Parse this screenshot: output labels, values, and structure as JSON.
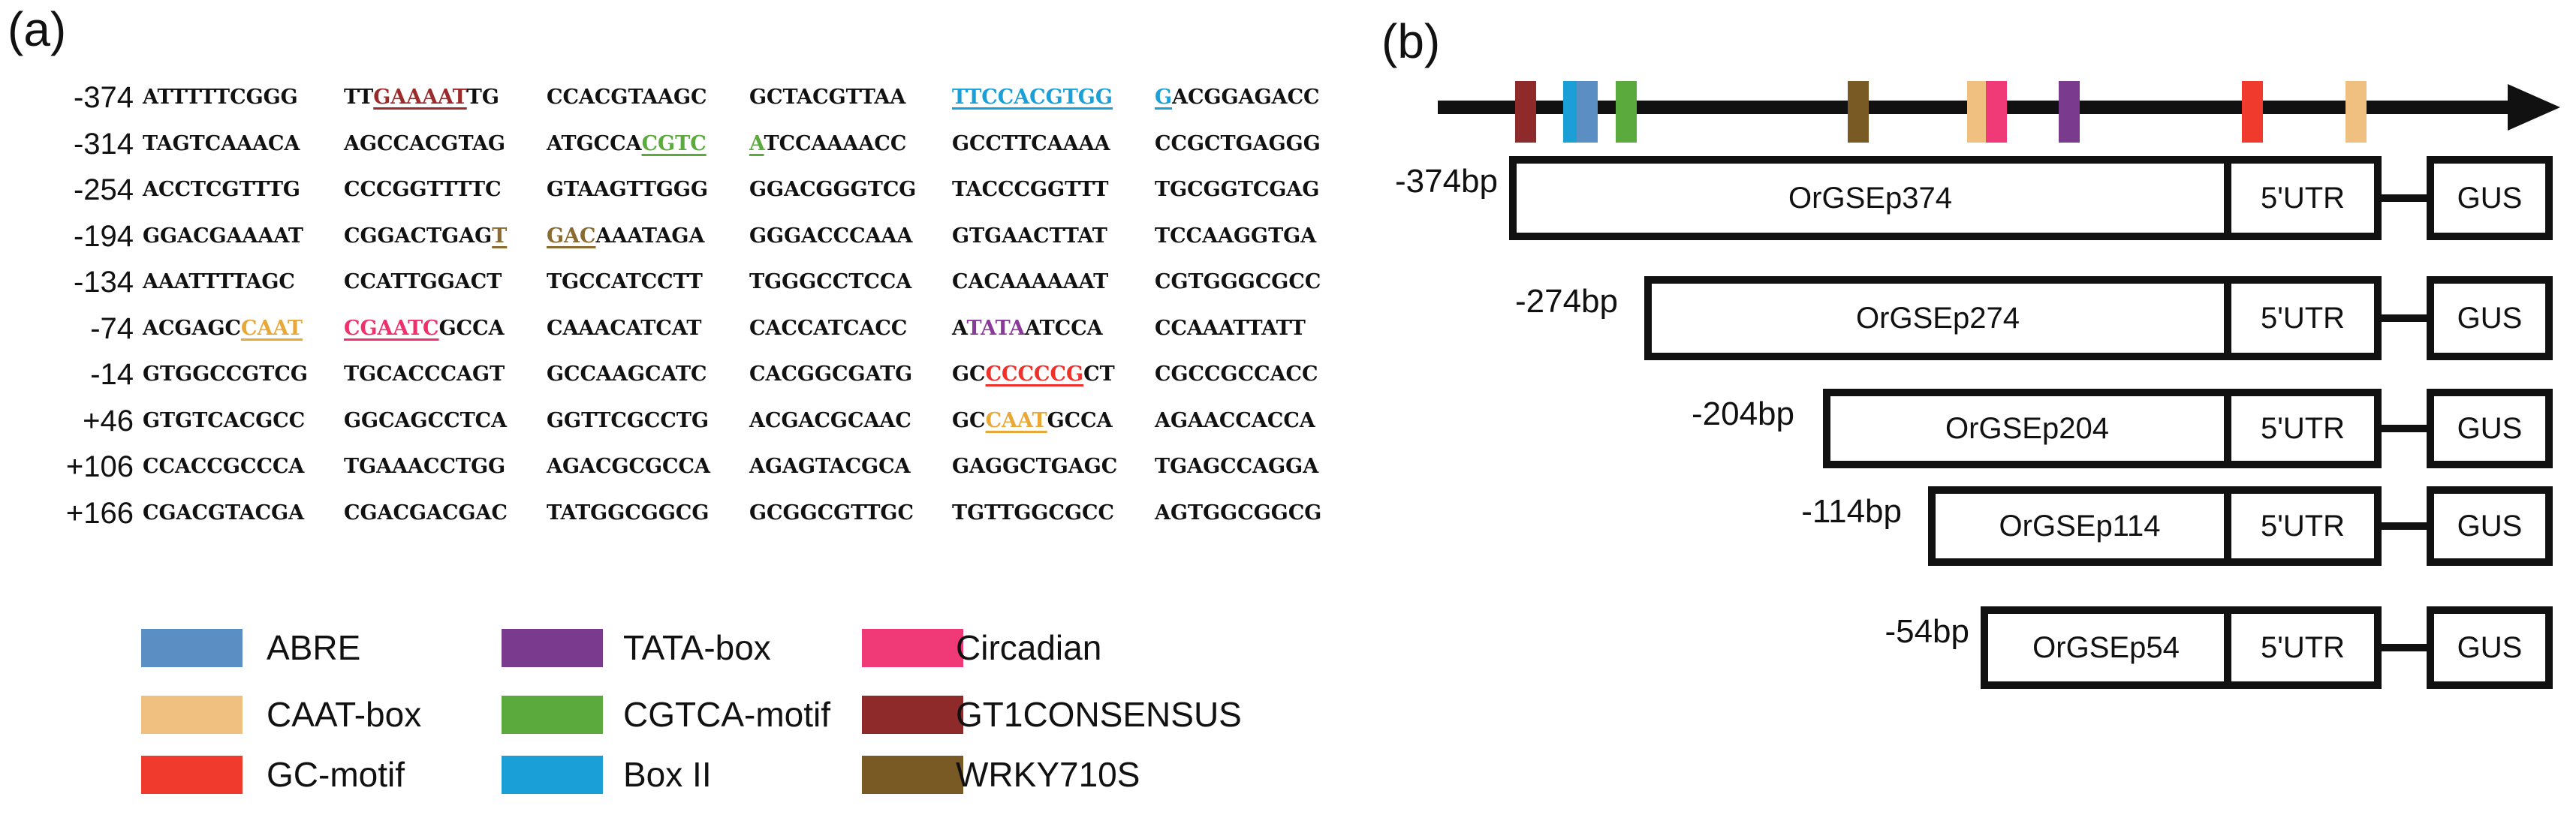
{
  "panel_a": {
    "label": "(a)",
    "rows": [
      {
        "pos": "-374",
        "blocks": [
          [
            {
              "t": "ATTTTTCGGG"
            }
          ],
          [
            {
              "t": "TT"
            },
            {
              "t": "GAAAAT",
              "c": "#9b2b2b",
              "u": true
            },
            {
              "t": "TG"
            }
          ],
          [
            {
              "t": "CCACGTAAGC"
            }
          ],
          [
            {
              "t": "GCTACGTTAA"
            }
          ],
          [
            {
              "t": "TTCCACGTGG",
              "c": "#1aa0d6",
              "u": true
            }
          ],
          [
            {
              "t": "G",
              "c": "#1aa0d6",
              "u": true
            },
            {
              "t": "ACGGAGACC"
            }
          ]
        ]
      },
      {
        "pos": "-314",
        "blocks": [
          [
            {
              "t": "TAGTCAAACA"
            }
          ],
          [
            {
              "t": "AGCCACGTAG"
            }
          ],
          [
            {
              "t": "ATGCCA"
            },
            {
              "t": "CGTC",
              "c": "#5aaa3e",
              "u": true
            }
          ],
          [
            {
              "t": "A",
              "c": "#5aaa3e",
              "u": true
            },
            {
              "t": "TCCAAAACC"
            }
          ],
          [
            {
              "t": "GCCTTCAAAA"
            }
          ],
          [
            {
              "t": "CCGCTGAGGG"
            }
          ]
        ]
      },
      {
        "pos": "-254",
        "blocks": [
          [
            {
              "t": "ACCTCGTTTG"
            }
          ],
          [
            {
              "t": "CCCGGTTTTC"
            }
          ],
          [
            {
              "t": "GTAAGTTGGG"
            }
          ],
          [
            {
              "t": "GGACGGGTCG"
            }
          ],
          [
            {
              "t": "TACCCGGTTT"
            }
          ],
          [
            {
              "t": "TGCGGTCGAG"
            }
          ]
        ]
      },
      {
        "pos": "-194",
        "blocks": [
          [
            {
              "t": "GGACGAAAAT"
            }
          ],
          [
            {
              "t": "CGGACTGAG"
            },
            {
              "t": "T",
              "c": "#8a6a30",
              "u": true
            }
          ],
          [
            {
              "t": "GAC",
              "c": "#8a6a30",
              "u": true
            },
            {
              "t": "AAATAGA"
            }
          ],
          [
            {
              "t": "GGGACCCAAA"
            }
          ],
          [
            {
              "t": "GTGAACTTAT"
            }
          ],
          [
            {
              "t": "TCCAAGGTGA"
            }
          ]
        ]
      },
      {
        "pos": "-134",
        "blocks": [
          [
            {
              "t": "AAATTTTAGC"
            }
          ],
          [
            {
              "t": "CCATTGGACT"
            }
          ],
          [
            {
              "t": "TGCCATCCTT"
            }
          ],
          [
            {
              "t": "TGGGCCTCCA"
            }
          ],
          [
            {
              "t": "CACAAAAAAT"
            }
          ],
          [
            {
              "t": "CGTGGGCGCC"
            }
          ]
        ]
      },
      {
        "pos": "-74",
        "blocks": [
          [
            {
              "t": "ACGAGC"
            },
            {
              "t": "CAAT",
              "c": "#e8a838",
              "u": true
            }
          ],
          [
            {
              "t": "CGAATC",
              "c": "#f0306a",
              "u": true
            },
            {
              "t": "GCCA"
            }
          ],
          [
            {
              "t": "CAAACATCAT"
            }
          ],
          [
            {
              "t": "CACCATCACC"
            }
          ],
          [
            {
              "t": "A"
            },
            {
              "t": "TATA",
              "c": "#8a3a9a"
            },
            {
              "t": "ATCCA"
            }
          ],
          [
            {
              "t": "CCAAATTATT"
            }
          ]
        ]
      },
      {
        "pos": "-14",
        "blocks": [
          [
            {
              "t": "GTGGCCGTCG"
            }
          ],
          [
            {
              "t": "TGCACCCAGT"
            }
          ],
          [
            {
              "t": "GCCAAGCATC"
            }
          ],
          [
            {
              "t": "CACGGCGATG"
            }
          ],
          [
            {
              "t": "GC"
            },
            {
              "t": "CCCCCG",
              "c": "#f0302a",
              "u": true
            },
            {
              "t": "CT"
            }
          ],
          [
            {
              "t": "CGCCGCCACC"
            }
          ]
        ]
      },
      {
        "pos": "+46",
        "blocks": [
          [
            {
              "t": "GTGTCACGCC"
            }
          ],
          [
            {
              "t": "GGCAGCCTCA"
            }
          ],
          [
            {
              "t": "GGTTCGCCTG"
            }
          ],
          [
            {
              "t": "ACGACGCAAC"
            }
          ],
          [
            {
              "t": "GC"
            },
            {
              "t": "CAAT",
              "c": "#e8a838",
              "u": true
            },
            {
              "t": "GCCA"
            }
          ],
          [
            {
              "t": "AGAACCACCA"
            }
          ]
        ]
      },
      {
        "pos": "+106",
        "blocks": [
          [
            {
              "t": "CCACCGCCCA"
            }
          ],
          [
            {
              "t": "TGAAACCTGG"
            }
          ],
          [
            {
              "t": "AGACGCGCCA"
            }
          ],
          [
            {
              "t": "AGAGTACGCA"
            }
          ],
          [
            {
              "t": "GAGGCTGAGC"
            }
          ],
          [
            {
              "t": "TGAGCCAGGA"
            }
          ]
        ]
      },
      {
        "pos": "+166",
        "blocks": [
          [
            {
              "t": "CGACGTACGA"
            }
          ],
          [
            {
              "t": "CGACGACGAC"
            }
          ],
          [
            {
              "t": "TATGGCGGCG"
            }
          ],
          [
            {
              "t": "GCGGCGTTGC"
            }
          ],
          [
            {
              "t": "TGTTGGCGCC"
            }
          ],
          [
            {
              "t": "AGTGGCGGCG"
            }
          ]
        ]
      }
    ]
  },
  "legend": [
    {
      "label": "ABRE",
      "color": "#5b8fc4"
    },
    {
      "label": "TATA-box",
      "color": "#7a3a8e"
    },
    {
      "label": "Circadian",
      "color": "#f03a78"
    },
    {
      "label": "CAAT-box",
      "color": "#f0c080"
    },
    {
      "label": "CGTCA-motif",
      "color": "#5aaa3e"
    },
    {
      "label": "GT1CONSENSUS",
      "color": "#8e2a2a"
    },
    {
      "label": "GC-motif",
      "color": "#f03a2e"
    },
    {
      "label": "Box II",
      "color": "#1aa0d6"
    },
    {
      "label": "WRKY710S",
      "color": "#7a5a24"
    }
  ],
  "panel_b": {
    "label": "(b)",
    "element_marks": [
      {
        "name": "GT1CONSENSUS",
        "color": "#8e2a2a"
      },
      {
        "name": "Box II",
        "color": "#1aa0d6"
      },
      {
        "name": "ABRE",
        "color": "#5b8fc4"
      },
      {
        "name": "CGTCA-motif",
        "color": "#5aaa3e"
      },
      {
        "name": "WRKY710S",
        "color": "#7a5a24"
      },
      {
        "name": "CAAT-box",
        "color": "#f0c080"
      },
      {
        "name": "Circadian",
        "color": "#f03a78"
      },
      {
        "name": "TATA-box",
        "color": "#7a3a8e"
      },
      {
        "name": "GC-motif",
        "color": "#f03a2e"
      },
      {
        "name": "CAAT-box",
        "color": "#f0c080"
      }
    ],
    "constructs": [
      {
        "bp_label": "-374bp",
        "promoter": "OrGSEp374",
        "utr": "5'UTR",
        "reporter": "GUS"
      },
      {
        "bp_label": "-274bp",
        "promoter": "OrGSEp274",
        "utr": "5'UTR",
        "reporter": "GUS"
      },
      {
        "bp_label": "-204bp",
        "promoter": "OrGSEp204",
        "utr": "5'UTR",
        "reporter": "GUS"
      },
      {
        "bp_label": "-114bp",
        "promoter": "OrGSEp114",
        "utr": "5'UTR",
        "reporter": "GUS"
      },
      {
        "bp_label": "-54bp",
        "promoter": "OrGSEp54",
        "utr": "5'UTR",
        "reporter": "GUS"
      }
    ]
  }
}
